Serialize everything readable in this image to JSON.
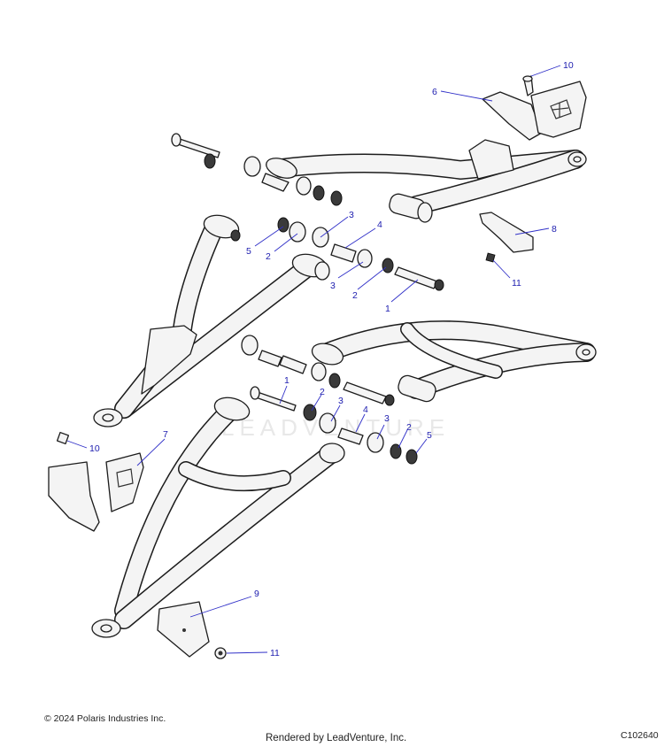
{
  "diagram": {
    "watermark": "LEADVENTURE",
    "callouts": [
      {
        "id": "c10a",
        "label": "10"
      },
      {
        "id": "c6",
        "label": "6"
      },
      {
        "id": "c8",
        "label": "8"
      },
      {
        "id": "c11a",
        "label": "11"
      },
      {
        "id": "c3a",
        "label": "3"
      },
      {
        "id": "c4a",
        "label": "4"
      },
      {
        "id": "c5a",
        "label": "5"
      },
      {
        "id": "c2a",
        "label": "2"
      },
      {
        "id": "c3b",
        "label": "3"
      },
      {
        "id": "c2b",
        "label": "2"
      },
      {
        "id": "c1a",
        "label": "1"
      },
      {
        "id": "c1b",
        "label": "1"
      },
      {
        "id": "c2c",
        "label": "2"
      },
      {
        "id": "c3c",
        "label": "3"
      },
      {
        "id": "c4b",
        "label": "4"
      },
      {
        "id": "c3d",
        "label": "3"
      },
      {
        "id": "c2d",
        "label": "2"
      },
      {
        "id": "c5b",
        "label": "5"
      },
      {
        "id": "c7",
        "label": "7"
      },
      {
        "id": "c10b",
        "label": "10"
      },
      {
        "id": "c9",
        "label": "9"
      },
      {
        "id": "c11b",
        "label": "11"
      }
    ]
  },
  "footer": {
    "copyright": "© 2024 Polaris Industries Inc.",
    "rendered_by": "Rendered by LeadVenture, Inc.",
    "figure_code": "C102640"
  }
}
